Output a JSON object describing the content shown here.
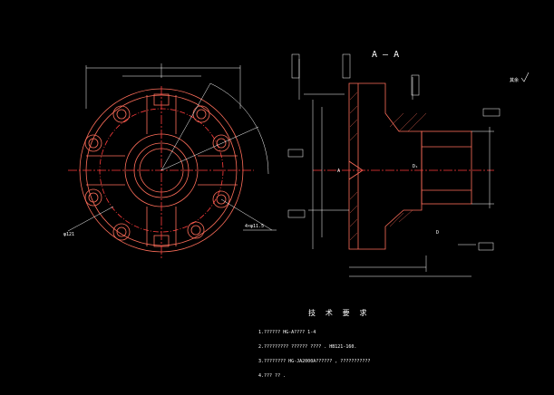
{
  "drawing": {
    "section_label": "A — A",
    "roughness_note": "其余",
    "dims": {
      "left_bottom": "φ121",
      "left_right_callout": "4×φ11.5",
      "datum_a": "A",
      "d_label": "D",
      "d1_label": "D₁"
    }
  },
  "notes": {
    "title": "技 术 要 求",
    "lines": [
      "1.??????     HG-A????    1-4",
      "2.?????????  ?????? ????   .       HB121-160.",
      "3.????????   HG-JA2000A??????  ,   ???????????",
      "4.???  ??  ."
    ]
  },
  "colors": {
    "background": "#000000",
    "outline": "#ff6e5a",
    "dim": "#ffffff",
    "center": "#ff3c3c"
  }
}
